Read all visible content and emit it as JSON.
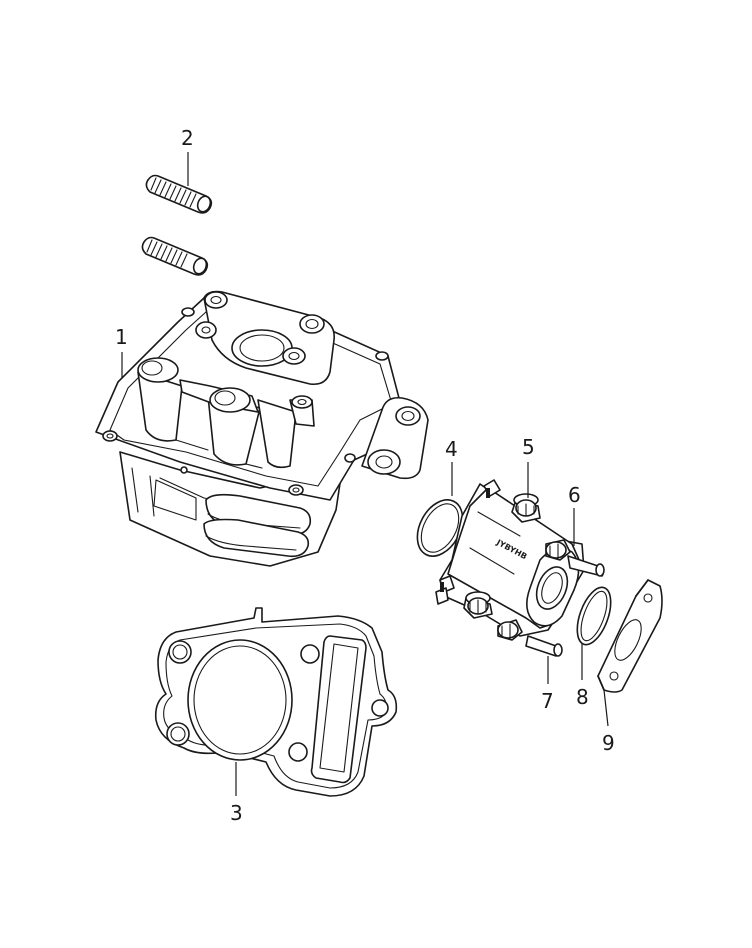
{
  "callouts": [
    {
      "id": 1,
      "label": "1",
      "part": "cylinder-head"
    },
    {
      "id": 2,
      "label": "2",
      "part": "stud-bolt"
    },
    {
      "id": 3,
      "label": "3",
      "part": "cylinder-head-gasket"
    },
    {
      "id": 4,
      "label": "4",
      "part": "o-ring"
    },
    {
      "id": 5,
      "label": "5",
      "part": "flange-bolt"
    },
    {
      "id": 6,
      "label": "6",
      "part": "intake-manifold"
    },
    {
      "id": 7,
      "label": "7",
      "part": "stud"
    },
    {
      "id": 8,
      "label": "8",
      "part": "o-ring"
    },
    {
      "id": 9,
      "label": "9",
      "part": "insulator-plate"
    }
  ],
  "manifold_stamp": "JYBYHB",
  "colors": {
    "line": "#1a1a1a",
    "background": "#ffffff"
  }
}
